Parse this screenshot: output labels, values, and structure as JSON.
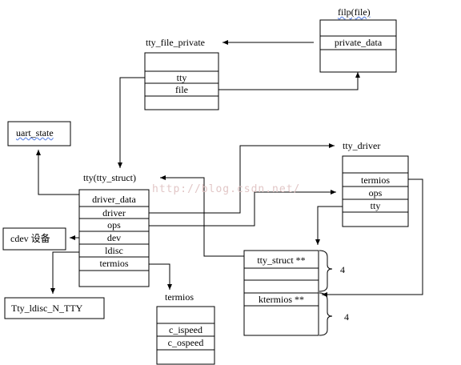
{
  "watermark": "http://blog.csdn.net/",
  "labels": {
    "filp": "filp(file)",
    "tty_file_private": "tty_file_private",
    "uart_state": "uart_state",
    "tty_struct_title": "tty(tty_struct)",
    "tty_driver": "tty_driver",
    "cdev": "cdev 设备",
    "tty_ldisc": "Tty_ldisc_N_TTY",
    "termios": "termios",
    "count_top": "4",
    "count_bottom": "4"
  },
  "filp_fields": [
    "private_data"
  ],
  "tty_file_private_fields": [
    "tty",
    "file"
  ],
  "tty_struct_fields": [
    "driver_data",
    "driver",
    "ops",
    "dev",
    "ldisc",
    "termios"
  ],
  "tty_driver_fields": [
    "termios",
    "ops",
    "tty"
  ],
  "driver_array_fields": [
    "tty_struct **",
    "ktermios **"
  ],
  "termios_fields": [
    "c_ispeed",
    "c_ospeed"
  ]
}
